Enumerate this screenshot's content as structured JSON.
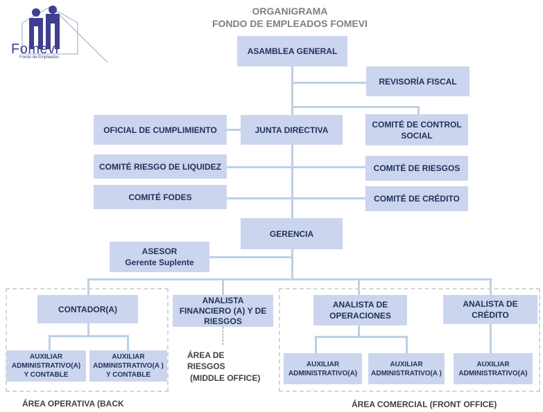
{
  "title": {
    "line1": "ORGANIGRAMA",
    "line2": "FONDO DE EMPLEADOS FOMEVI"
  },
  "logo": {
    "name": "Fomevi",
    "tagline": "Fondo de Empleados",
    "icon": "people-house-icon"
  },
  "nodes": {
    "asamblea": "ASAMBLEA GENERAL",
    "revisoria": "REVISORÍA FISCAL",
    "oficial": "OFICIAL DE CUMPLIMIENTO",
    "junta": "JUNTA DIRECTIVA",
    "control_social": "COMITÉ DE CONTROL SOCIAL",
    "riesgo_liquidez": "COMITÉ RIESGO DE LIQUIDEZ",
    "riesgos": "COMITÉ DE RIESGOS",
    "fodes": "COMITÉ FODES",
    "credito": "COMITÉ DE CRÉDITO",
    "gerencia": "GERENCIA",
    "asesor_l1": "ASESOR",
    "asesor_l2": "Gerente Suplente",
    "contador": "CONTADOR(A)",
    "analista_fin": "ANALISTA FINANCIERO (A) Y DE RIESGOS",
    "analista_op": "ANALISTA DE OPERACIONES",
    "analista_cred": "ANALISTA DE CRÉDITO",
    "aux1": "AUXILIAR ADMINISTRATIVO(A) Y CONTABLE",
    "aux2": "AUXILIAR ADMINISTRATIVO(A ) Y CONTABLE",
    "aux3": "AUXILIAR ADMINISTRATIVO(A)",
    "aux4": "AUXILIAR ADMINISTRATIVO(A )",
    "aux5": "AUXILIAR ADMINISTRATIVO(A)"
  },
  "areas": {
    "riesgos_l1": "ÁREA DE",
    "riesgos_l2": "RIESGOS",
    "riesgos_l3": "(MIDDLE OFFICE)",
    "operativa": "ÁREA OPERATIVA (BACK",
    "comercial": "ÁREA COMERCIAL (FRONT OFFICE)"
  }
}
